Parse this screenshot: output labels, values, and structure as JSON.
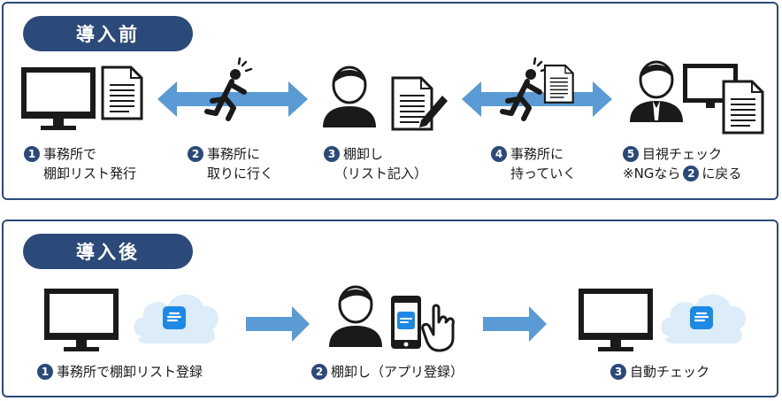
{
  "before": {
    "title": "導入前",
    "steps": [
      {
        "num": "1",
        "line1": "事務所で",
        "line2": "棚卸リスト発行"
      },
      {
        "num": "2",
        "line1": "事務所に",
        "line2": "取りに行く"
      },
      {
        "num": "3",
        "line1": "棚卸し",
        "line2": "（リスト記入）"
      },
      {
        "num": "4",
        "line1": "事務所に",
        "line2": "持っていく"
      },
      {
        "num": "5",
        "line1": "目視チェック",
        "line2_pre": "※NGなら",
        "line2_num": "2",
        "line2_post": "に戻る"
      }
    ]
  },
  "after": {
    "title": "導入後",
    "steps": [
      {
        "num": "1",
        "label": "事務所で棚卸リスト登録"
      },
      {
        "num": "2",
        "label": "棚卸し（アプリ登録）"
      },
      {
        "num": "3",
        "label": "自動チェック"
      }
    ]
  },
  "colors": {
    "navy": "#2b4a7a",
    "arrow": "#5b9bd5",
    "cloud": "#dcecf8",
    "app": "#1e88e5",
    "ink": "#1a1a1a"
  },
  "icons": [
    "monitor-icon",
    "document-icon",
    "person-icon",
    "running-person-icon",
    "pen-icon",
    "cloud-icon",
    "smartphone-icon",
    "pointing-hand-icon",
    "double-arrow-icon",
    "arrow-right-icon"
  ]
}
